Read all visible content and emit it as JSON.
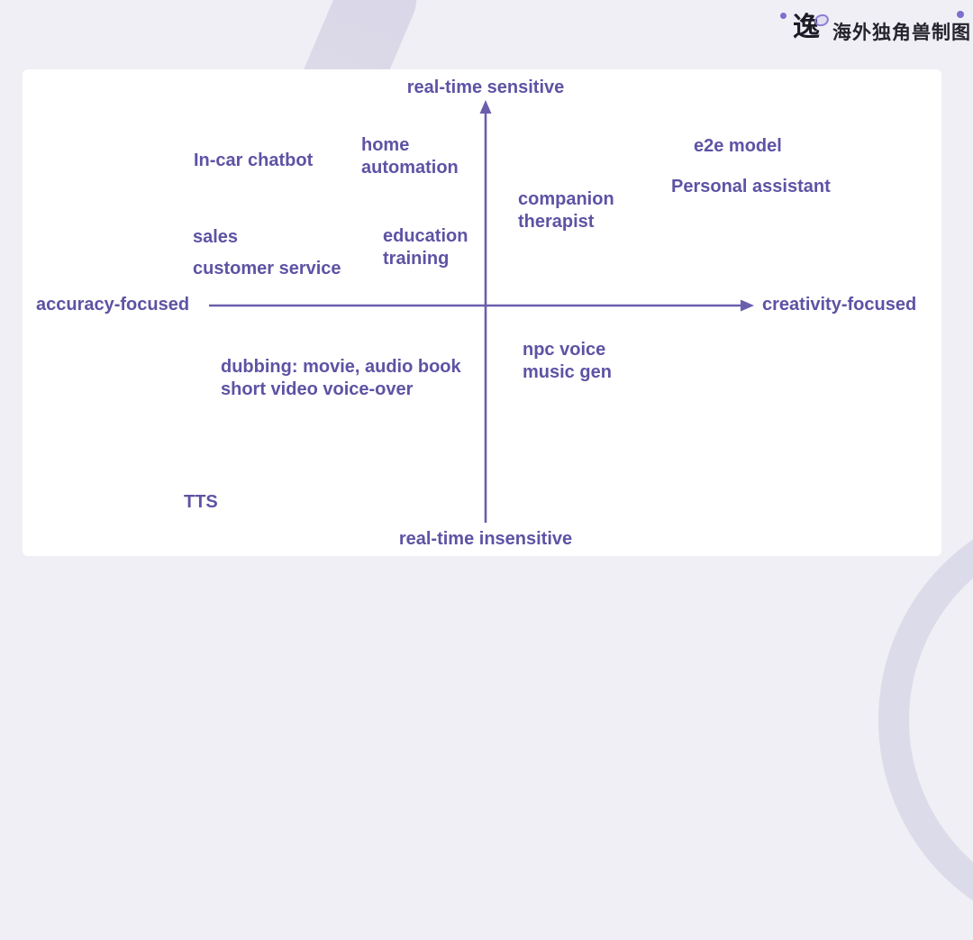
{
  "colors": {
    "background": "#f0eff5",
    "card": "#ffffff",
    "swirl": "#dcdbe9",
    "label_purple": "#5d53a4",
    "axis_purple": "#6a5fad",
    "brand_text": "#25232d",
    "accent_dot": "#7b6fd0"
  },
  "header": {
    "brand": "海外独角兽制图",
    "logo_glyph": "逸"
  },
  "diagram": {
    "type": "quadrant-map",
    "axes": {
      "top": "real-time sensitive",
      "bottom": "real-time insensitive",
      "left": "accuracy-focused",
      "right": "creativity-focused"
    },
    "items": [
      {
        "id": "in-car-chatbot",
        "quadrant": "top-left",
        "text": "In-car chatbot"
      },
      {
        "id": "home-automation",
        "quadrant": "top-left",
        "text": "home\nautomation"
      },
      {
        "id": "sales",
        "quadrant": "top-left",
        "text": "sales"
      },
      {
        "id": "customer-service",
        "quadrant": "top-left",
        "text": "customer service"
      },
      {
        "id": "education-training",
        "quadrant": "top-left",
        "text": "education\ntraining"
      },
      {
        "id": "companion-therapist",
        "quadrant": "top-right",
        "text": "companion\ntherapist"
      },
      {
        "id": "e2e-model",
        "quadrant": "top-right",
        "text": "e2e model"
      },
      {
        "id": "personal-assistant",
        "quadrant": "top-right",
        "text": "Personal assistant"
      },
      {
        "id": "dubbing",
        "quadrant": "bottom-left",
        "text": "dubbing: movie, audio book\nshort video voice-over"
      },
      {
        "id": "tts",
        "quadrant": "bottom-left",
        "text": "TTS"
      },
      {
        "id": "npc-voice-music-gen",
        "quadrant": "bottom-right",
        "text": "npc voice\nmusic gen"
      }
    ]
  }
}
